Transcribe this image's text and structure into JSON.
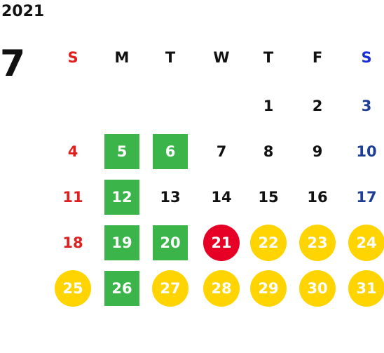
{
  "calendar": {
    "year": "2021",
    "month": "7",
    "weekdays": [
      "S",
      "M",
      "T",
      "W",
      "T",
      "F",
      "S"
    ],
    "weeks": [
      [
        "",
        "",
        "",
        "",
        "1",
        "2",
        "3"
      ],
      [
        "4",
        "5",
        "6",
        "7",
        "8",
        "9",
        "10"
      ],
      [
        "11",
        "12",
        "13",
        "14",
        "15",
        "16",
        "17"
      ],
      [
        "18",
        "19",
        "20",
        "21",
        "22",
        "23",
        "24"
      ],
      [
        "25",
        "26",
        "27",
        "28",
        "29",
        "30",
        "31"
      ]
    ],
    "highlighted_green": [
      "5",
      "6",
      "12",
      "19",
      "20",
      "26"
    ],
    "highlighted_yellow": [
      "22",
      "23",
      "24",
      "25",
      "27",
      "28",
      "29",
      "30",
      "31"
    ],
    "highlighted_red": [
      "21"
    ]
  },
  "colors": {
    "green": "#3bb54a",
    "yellow": "#ffd400",
    "red": "#e60026",
    "sunday_text": "#e02020",
    "saturday_text": "#1d3e94"
  }
}
